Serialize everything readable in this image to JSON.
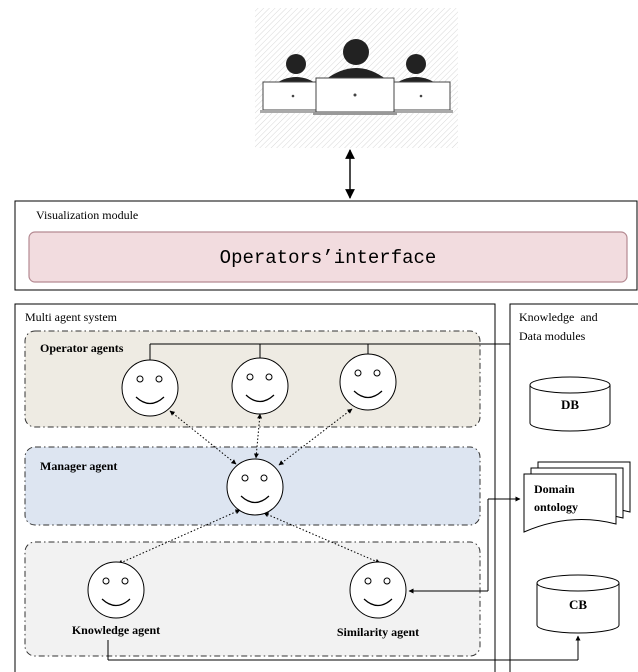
{
  "visualization_module": {
    "title": "Visualization module",
    "interface_label": "Operators’interface"
  },
  "multi_agent_system": {
    "title": "Multi agent system",
    "operator_group_label": "Operator agents",
    "manager_group_label": "Manager agent",
    "knowledge_agent_label": "Knowledge agent",
    "similarity_agent_label": "Similarity agent"
  },
  "knowledge_data_modules": {
    "title_line1": "Knowledge  and",
    "title_line2": "Data modules",
    "db_label": "DB",
    "ontology_line1": "Domain",
    "ontology_line2": "ontology",
    "cb_label": "CB"
  },
  "colors": {
    "operator_group_fill": "#eeebe3",
    "manager_group_fill": "#dde5f1",
    "bottom_group_fill": "#f2f2f2",
    "interface_fill": "#f2dcdf",
    "interface_border": "#b58a92"
  },
  "icons": [
    "operators-group-icon",
    "smiley-face-icon",
    "database-icon",
    "document-stack-icon"
  ]
}
